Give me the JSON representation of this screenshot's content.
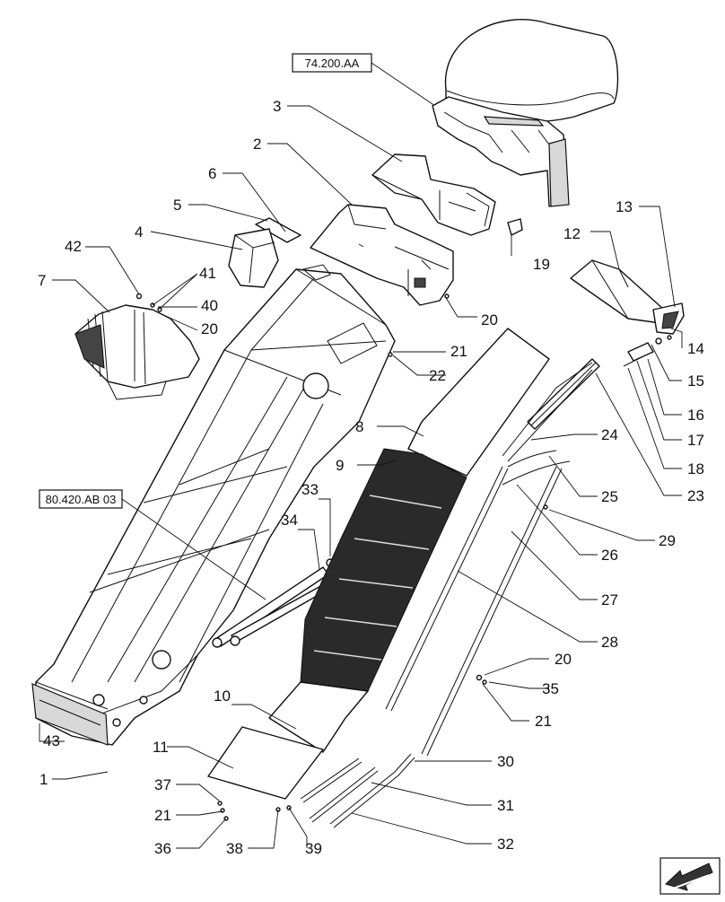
{
  "references": {
    "ref_top": "74.200.AA",
    "ref_left": "80.420.AB 03"
  },
  "callouts": {
    "c1": "1",
    "c2": "2",
    "c3": "3",
    "c4": "4",
    "c5": "5",
    "c6": "6",
    "c7": "7",
    "c8": "8",
    "c9": "9",
    "c10": "10",
    "c11": "11",
    "c12": "12",
    "c13": "13",
    "c14": "14",
    "c15": "15",
    "c16": "16",
    "c17": "17",
    "c18": "18",
    "c19": "19",
    "c20a": "20",
    "c20b": "20",
    "c20c": "20",
    "c21a": "21",
    "c21b": "21",
    "c21c": "21",
    "c22": "22",
    "c23": "23",
    "c24": "24",
    "c25": "25",
    "c26": "26",
    "c27": "27",
    "c28": "28",
    "c29": "29",
    "c30": "30",
    "c31": "31",
    "c32": "32",
    "c33": "33",
    "c34": "34",
    "c35": "35",
    "c36": "36",
    "c37": "37",
    "c38": "38",
    "c39": "39",
    "c40": "40",
    "c41": "41",
    "c42": "42",
    "c43": "43"
  },
  "nav": {
    "icon": "arrow-back-icon"
  }
}
